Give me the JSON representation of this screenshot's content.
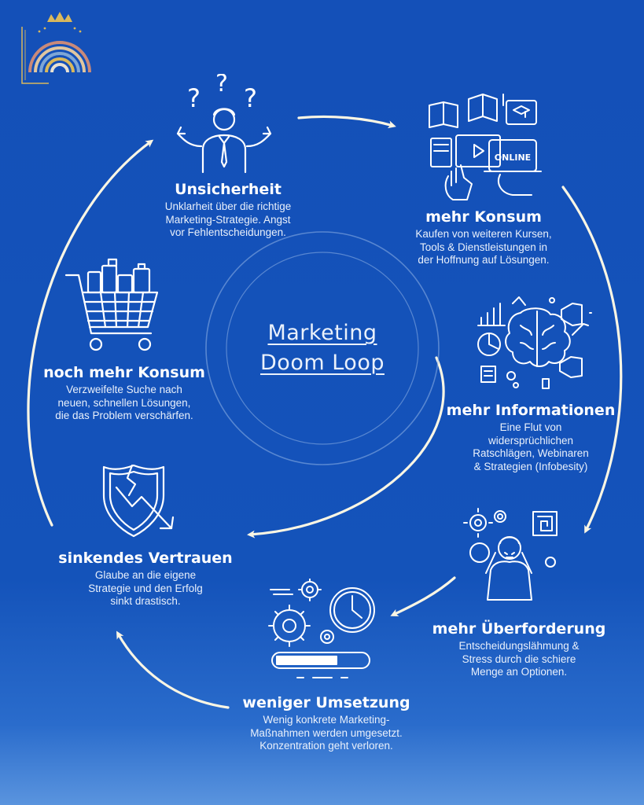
{
  "center": {
    "line1": "Marketing",
    "line2": "Doom Loop"
  },
  "colors": {
    "background": "#1453ba",
    "text": "#ffffff",
    "arrow": "#fbf6e4",
    "logo_gold": "#d9b85c"
  },
  "steps": [
    {
      "title": "Unsicherheit",
      "desc": [
        "Unklarheit über die richtige",
        "Marketing-Strategie. Angst",
        "vor Fehlentscheidungen."
      ],
      "icon": "confused-person-icon"
    },
    {
      "title": "mehr Konsum",
      "desc": [
        "Kaufen von weiteren Kursen,",
        "Tools & Dienstleistungen in",
        "der Hoffnung auf Lösungen."
      ],
      "icon": "online-courses-icon"
    },
    {
      "title": "mehr Informationen",
      "desc": [
        "Eine Flut von",
        "widersprüchlichen",
        "Ratschlägen, Webinaren",
        "& Strategien (Infobesity)"
      ],
      "icon": "brain-information-icon"
    },
    {
      "title": "mehr Überforderung",
      "desc": [
        "Entscheidungslähmung &",
        "Stress durch die schiere",
        "Menge an Optionen."
      ],
      "icon": "overwhelmed-person-icon"
    },
    {
      "title": "weniger Umsetzung",
      "desc": [
        "Wenig konkrete Marketing-",
        "Maßnahmen werden umgesetzt.",
        "Konzentration geht verloren."
      ],
      "icon": "progress-clock-gears-icon"
    },
    {
      "title": "sinkendes Vertrauen",
      "desc": [
        "Glaube an die eigene",
        "Strategie und den Erfolg",
        "sinkt drastisch."
      ],
      "icon": "broken-shield-icon"
    },
    {
      "title": "noch mehr Konsum",
      "desc": [
        "Verzweifelte Suche nach",
        "neuen, schnellen Lösungen,",
        "die das Problem verschärfen."
      ],
      "icon": "shopping-cart-icon"
    }
  ],
  "icon_texts": {
    "online_label": "ONLINE"
  }
}
